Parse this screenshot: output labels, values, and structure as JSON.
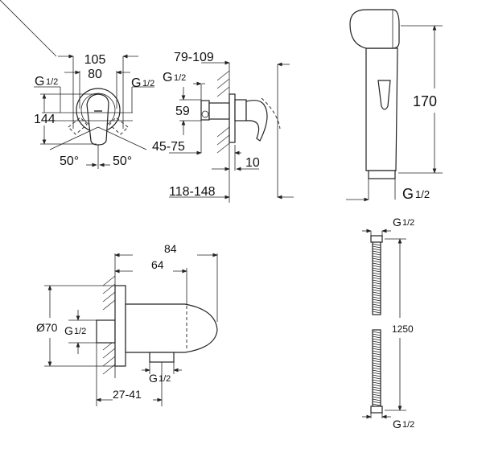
{
  "front_view": {
    "width_outer": "105",
    "width_inner": "80",
    "thread_left": {
      "base": "G",
      "frac": "1/2"
    },
    "thread_right": {
      "base": "G",
      "frac": "1/2"
    },
    "height": "144",
    "angle_left": "50°",
    "angle_right": "50°"
  },
  "side_view": {
    "depth_range": "79-109",
    "thread": {
      "base": "G",
      "frac": "1/2"
    },
    "connection_height": "59",
    "wall_depth": "45-75",
    "plate_offset": "10",
    "total_depth": "118-148"
  },
  "hand_shower": {
    "length": "170",
    "thread": {
      "base": "G",
      "frac": "1/2"
    }
  },
  "wall_bracket": {
    "total_length": "84",
    "body_length": "64",
    "diameter": "Ø70",
    "thread_inlet": {
      "base": "G",
      "frac": "1/2"
    },
    "thread_outlet": {
      "base": "G",
      "frac": "1/2"
    },
    "install_depth": "27-41"
  },
  "hose": {
    "thread_top": {
      "base": "G",
      "frac": "1/2"
    },
    "length": "1250",
    "thread_bottom": {
      "base": "G",
      "frac": "1/2"
    }
  }
}
